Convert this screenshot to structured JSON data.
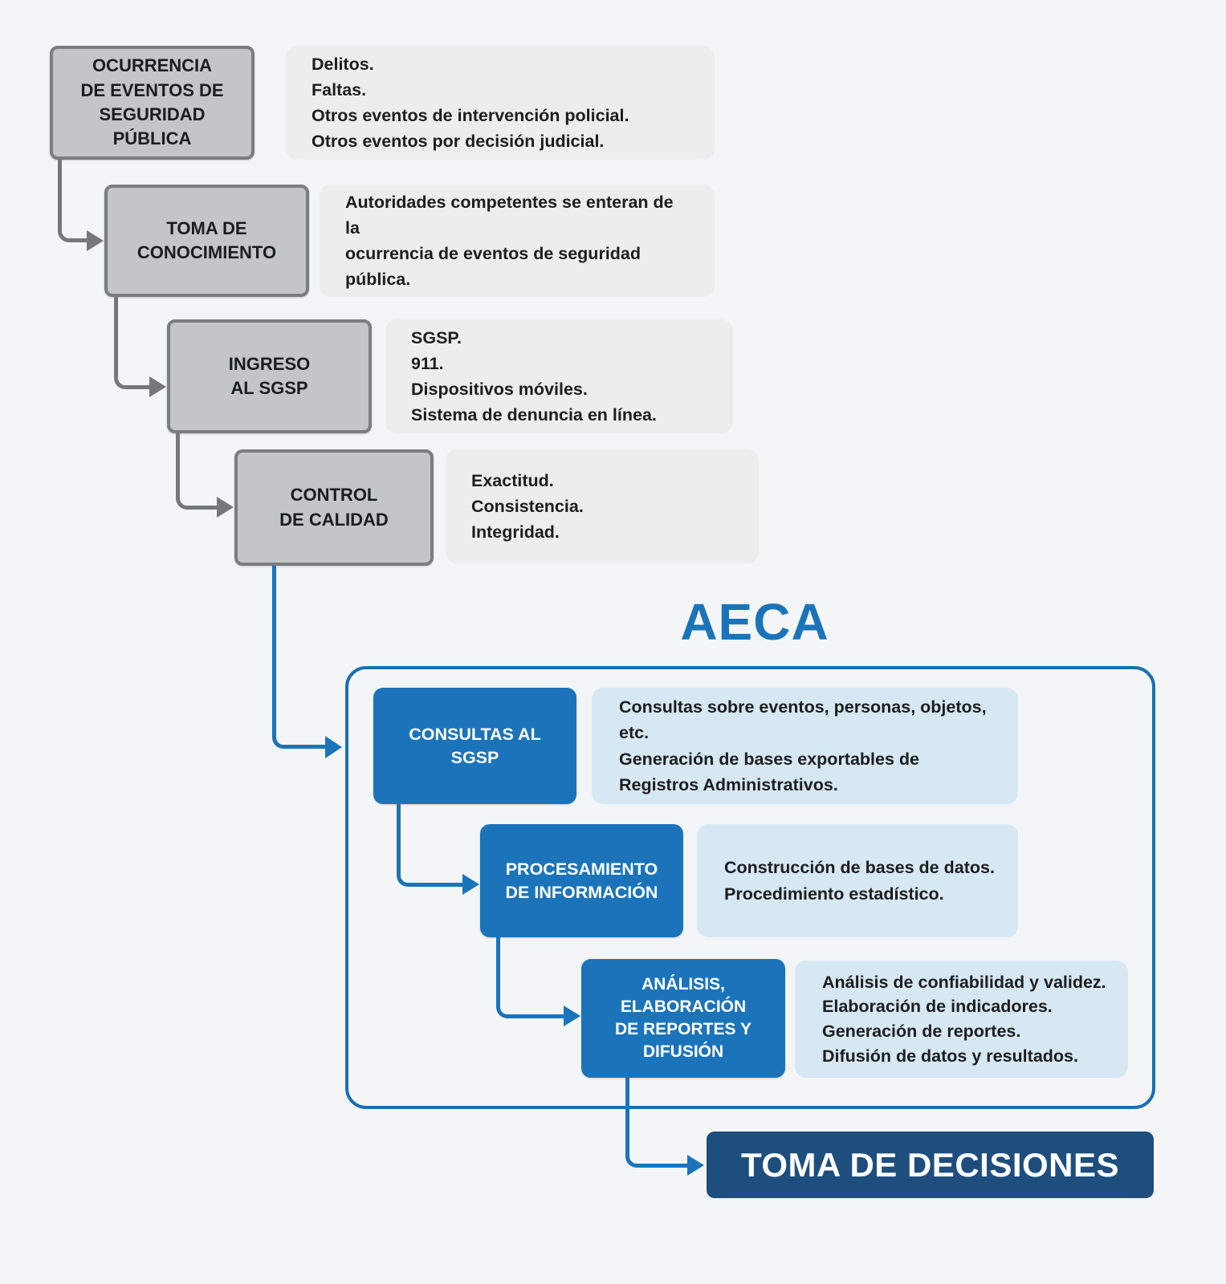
{
  "diagram_title": "AECA",
  "gray_flow": [
    {
      "id": "ocurrencia",
      "label": "OCURRENCIA\nDE EVENTOS DE\nSEGURIDAD\nPÚBLICA",
      "desc": "Delitos.\nFaltas.\nOtros eventos de intervención policial.\nOtros eventos por decisión judicial."
    },
    {
      "id": "toma-de-conocimiento",
      "label": "TOMA DE\nCONOCIMIENTO",
      "desc": "Autoridades competentes se enteran de la\nocurrencia de eventos de seguridad pública."
    },
    {
      "id": "ingreso-al-sgsp",
      "label": "INGRESO\nAL SGSP",
      "desc": "SGSP.\n911.\nDispositivos móviles.\nSistema de denuncia en línea."
    },
    {
      "id": "control-de-calidad",
      "label": "CONTROL\nDE CALIDAD",
      "desc": "Exactitud.\nConsistencia.\nIntegridad."
    }
  ],
  "aeca_flow": [
    {
      "id": "consultas-al-sgsp",
      "label": "CONSULTAS AL\nSGSP",
      "desc": "Consultas sobre eventos, personas, objetos, etc.\nGeneración de bases exportables de Registros Administrativos."
    },
    {
      "id": "procesamiento-de-informacion",
      "label": "PROCESAMIENTO\nDE INFORMACIÓN",
      "desc": "Construcción de bases de datos.\nProcedimiento estadístico."
    },
    {
      "id": "analisis-reportes-difusion",
      "label": "ANÁLISIS,\nELABORACIÓN\nDE REPORTES Y\nDIFUSIÓN",
      "desc": "Análisis de confiabilidad y validez.\nElaboración de indicadores.\nGeneración de reportes.\nDifusión de datos y resultados."
    }
  ],
  "final_node": {
    "label": "TOMA DE DECISIONES"
  },
  "colors": {
    "background": "#f4f5f6",
    "accent_blue": "#1b74ba",
    "navy": "#1d4e7d",
    "light_blue_panel": "#d6e8f3",
    "gray_node_fill": "#c3c6c7",
    "gray_node_border": "#7a7e81",
    "gray_panel": "#ededee",
    "arrow_gray": "#74787b",
    "text_dark": "#1d1d1d"
  }
}
